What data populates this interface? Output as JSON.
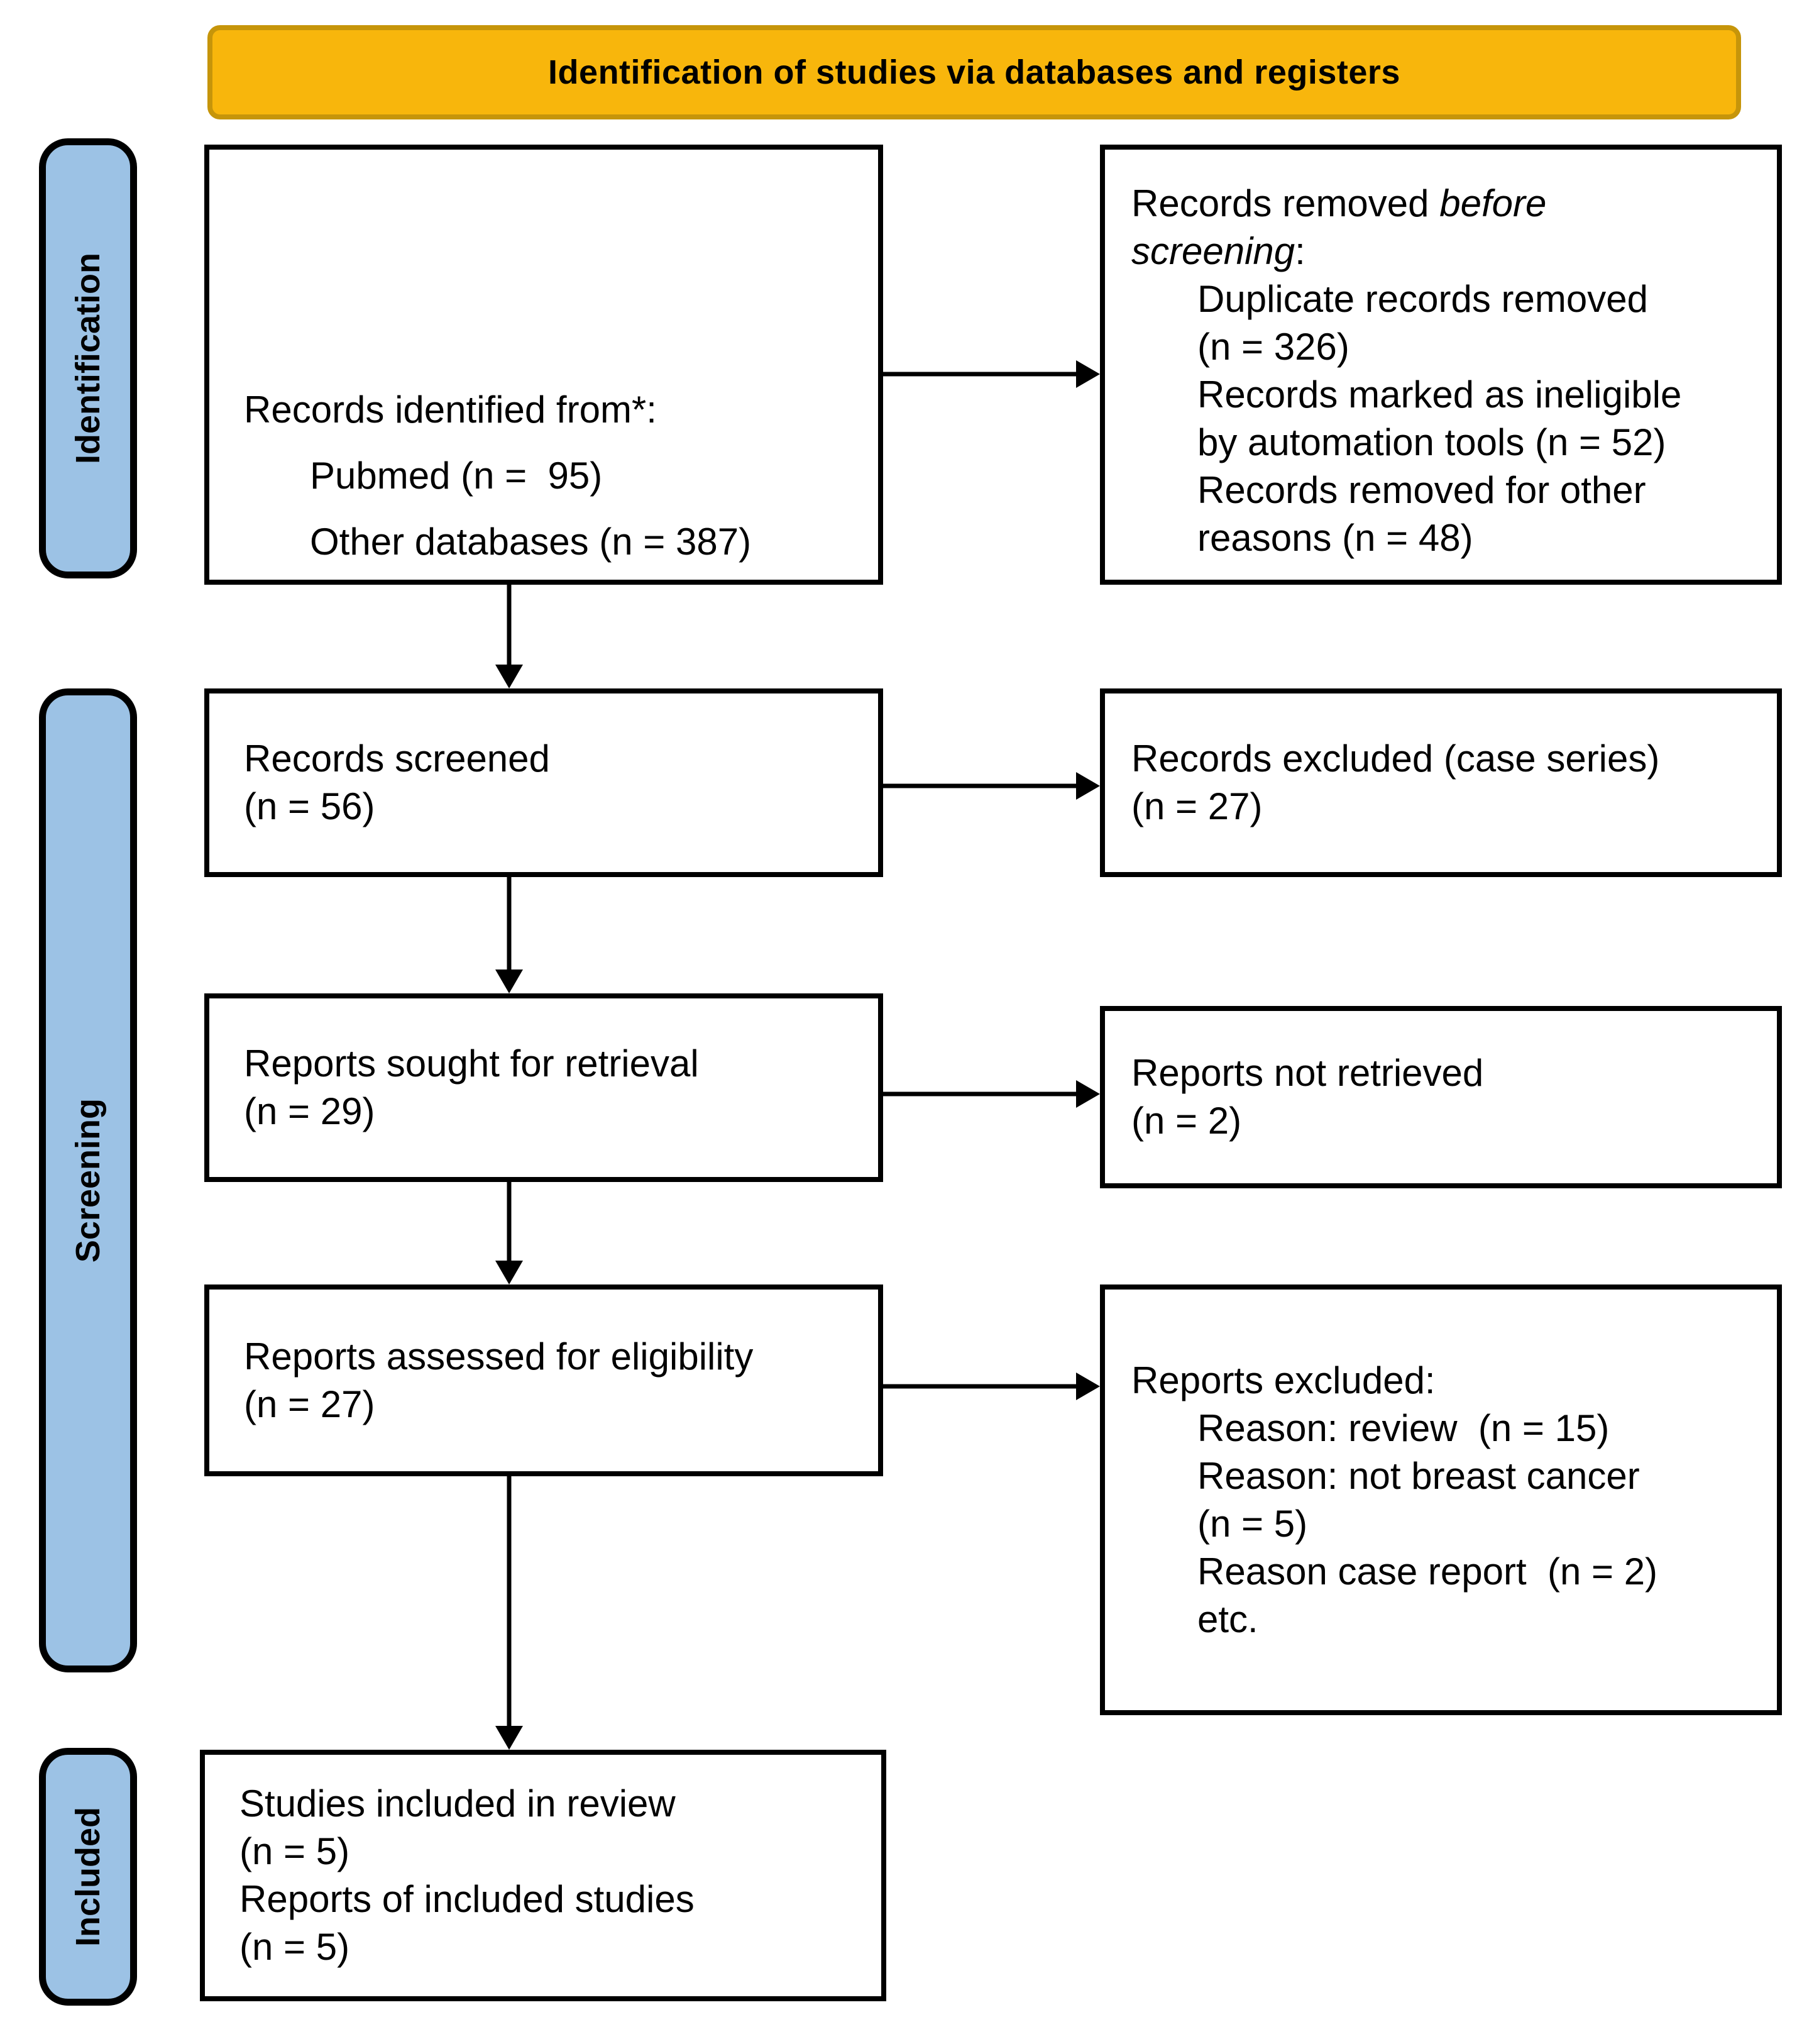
{
  "banner": {
    "label": "Identification of studies via databases and registers"
  },
  "stages": [
    {
      "label": "Identification"
    },
    {
      "label": "Screening"
    },
    {
      "label": "Included"
    }
  ],
  "colors": {
    "banner_fill": "#F8B60C",
    "banner_border": "#C6950A",
    "stage_fill": "#9CC2E5",
    "box_border": "#000000",
    "arrow": "#000000",
    "text": "#000000",
    "background": "#FFFFFF"
  },
  "boxes": {
    "identified": {
      "lines": [
        {
          "parts": [
            {
              "t": "Records identified from*:"
            }
          ]
        },
        {
          "parts": [
            {
              "t": "Pubmed (n =  95)"
            }
          ],
          "indent": true
        },
        {
          "parts": [
            {
              "t": "Other databases (n = 387)"
            }
          ],
          "indent": true
        }
      ]
    },
    "removed": {
      "lines": [
        {
          "parts": [
            {
              "t": "Records removed "
            },
            {
              "t": "before",
              "i": true
            }
          ]
        },
        {
          "parts": [
            {
              "t": "screening",
              "i": true
            },
            {
              "t": ":"
            }
          ]
        },
        {
          "parts": [
            {
              "t": "Duplicate records removed"
            }
          ],
          "indent": true
        },
        {
          "parts": [
            {
              "t": "(n = 326)"
            }
          ],
          "indent": true
        },
        {
          "parts": [
            {
              "t": "Records marked as ineligible"
            }
          ],
          "indent": true
        },
        {
          "parts": [
            {
              "t": "by automation tools (n = 52)"
            }
          ],
          "indent": true
        },
        {
          "parts": [
            {
              "t": "Records removed for other"
            }
          ],
          "indent": true
        },
        {
          "parts": [
            {
              "t": "reasons (n = 48)"
            }
          ],
          "indent": true
        }
      ]
    },
    "screened": {
      "lines": [
        {
          "parts": [
            {
              "t": "Records screened"
            }
          ]
        },
        {
          "parts": [
            {
              "t": "(n = 56)"
            }
          ]
        }
      ]
    },
    "excluded_screening": {
      "lines": [
        {
          "parts": [
            {
              "t": "Records excluded (case series)"
            }
          ]
        },
        {
          "parts": [
            {
              "t": "(n = 27)"
            }
          ]
        }
      ]
    },
    "sought": {
      "lines": [
        {
          "parts": [
            {
              "t": "Reports sought for retrieval"
            }
          ]
        },
        {
          "parts": [
            {
              "t": "(n = 29)"
            }
          ]
        }
      ]
    },
    "not_retrieved": {
      "lines": [
        {
          "parts": [
            {
              "t": "Reports not retrieved"
            }
          ]
        },
        {
          "parts": [
            {
              "t": "(n = 2)"
            }
          ]
        }
      ]
    },
    "assessed": {
      "lines": [
        {
          "parts": [
            {
              "t": "Reports assessed for eligibility"
            }
          ]
        },
        {
          "parts": [
            {
              "t": "(n = 27)"
            }
          ]
        }
      ]
    },
    "excluded_reports": {
      "lines": [
        {
          "parts": [
            {
              "t": "Reports excluded:"
            }
          ]
        },
        {
          "parts": [
            {
              "t": "Reason: review  (n = 15)"
            }
          ],
          "indent": true
        },
        {
          "parts": [
            {
              "t": "Reason: not breast cancer"
            }
          ],
          "indent": true
        },
        {
          "parts": [
            {
              "t": "(n = 5)"
            }
          ],
          "indent": true
        },
        {
          "parts": [
            {
              "t": "Reason case report  (n = 2)"
            }
          ],
          "indent": true
        },
        {
          "parts": [
            {
              "t": "etc."
            }
          ],
          "indent": true
        }
      ]
    },
    "included": {
      "lines": [
        {
          "parts": [
            {
              "t": "Studies included in review"
            }
          ]
        },
        {
          "parts": [
            {
              "t": "(n = 5)"
            }
          ]
        },
        {
          "parts": [
            {
              "t": "Reports of included studies"
            }
          ]
        },
        {
          "parts": [
            {
              "t": "(n = 5)"
            }
          ]
        }
      ]
    }
  }
}
